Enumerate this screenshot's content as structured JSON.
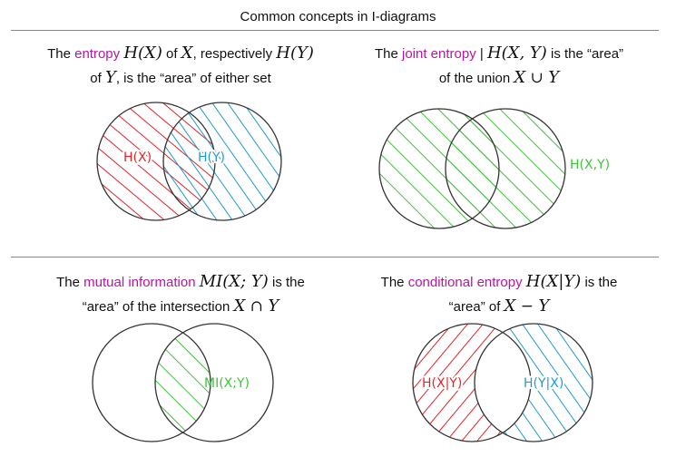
{
  "title": "Common concepts in I-diagrams",
  "colors": {
    "red": "#e2242a",
    "blue": "#1e9bd0",
    "green": "#3fc33a",
    "highlight": "#b5179e",
    "circle": "#333333"
  },
  "panels": [
    {
      "id": "entropy",
      "line1": {
        "pre": "The ",
        "hl": "entropy",
        "m1": "H(X)",
        "t2": " of ",
        "m2": "X",
        "t3": ", respectively ",
        "m3": "H(Y)"
      },
      "line2": {
        "t1": "of ",
        "m1": "Y",
        "t2": ", is the “area” of either set"
      },
      "labels": [
        "H(X)",
        "H(Y)"
      ]
    },
    {
      "id": "joint",
      "line1": {
        "pre": "The ",
        "hl": "joint entropy",
        "t1": " | ",
        "m1": "H(X, Y)",
        "t2": " is the “area”"
      },
      "line2": {
        "t1": "of the union ",
        "m1": "X",
        "op": " ∪ ",
        "m2": "Y"
      },
      "labels": [
        "H(X,Y)"
      ]
    },
    {
      "id": "mutual",
      "line1": {
        "pre": "The ",
        "hl": "mutual information",
        "m1": "MI(X; Y)",
        "t2": " is the"
      },
      "line2": {
        "t1": "“area” of the intersection ",
        "m1": "X",
        "op": " ∩ ",
        "m2": "Y"
      },
      "labels": [
        "MI(X;Y)"
      ]
    },
    {
      "id": "conditional",
      "line1": {
        "pre": "The ",
        "hl": "conditional entropy",
        "m1": "H(X|Y)",
        "t2": " is the"
      },
      "line2": {
        "t1": "“area” of ",
        "m1": "X",
        "op": " − ",
        "m2": "Y"
      },
      "labels": [
        "H(X|Y)",
        "H(Y|X)"
      ]
    }
  ]
}
